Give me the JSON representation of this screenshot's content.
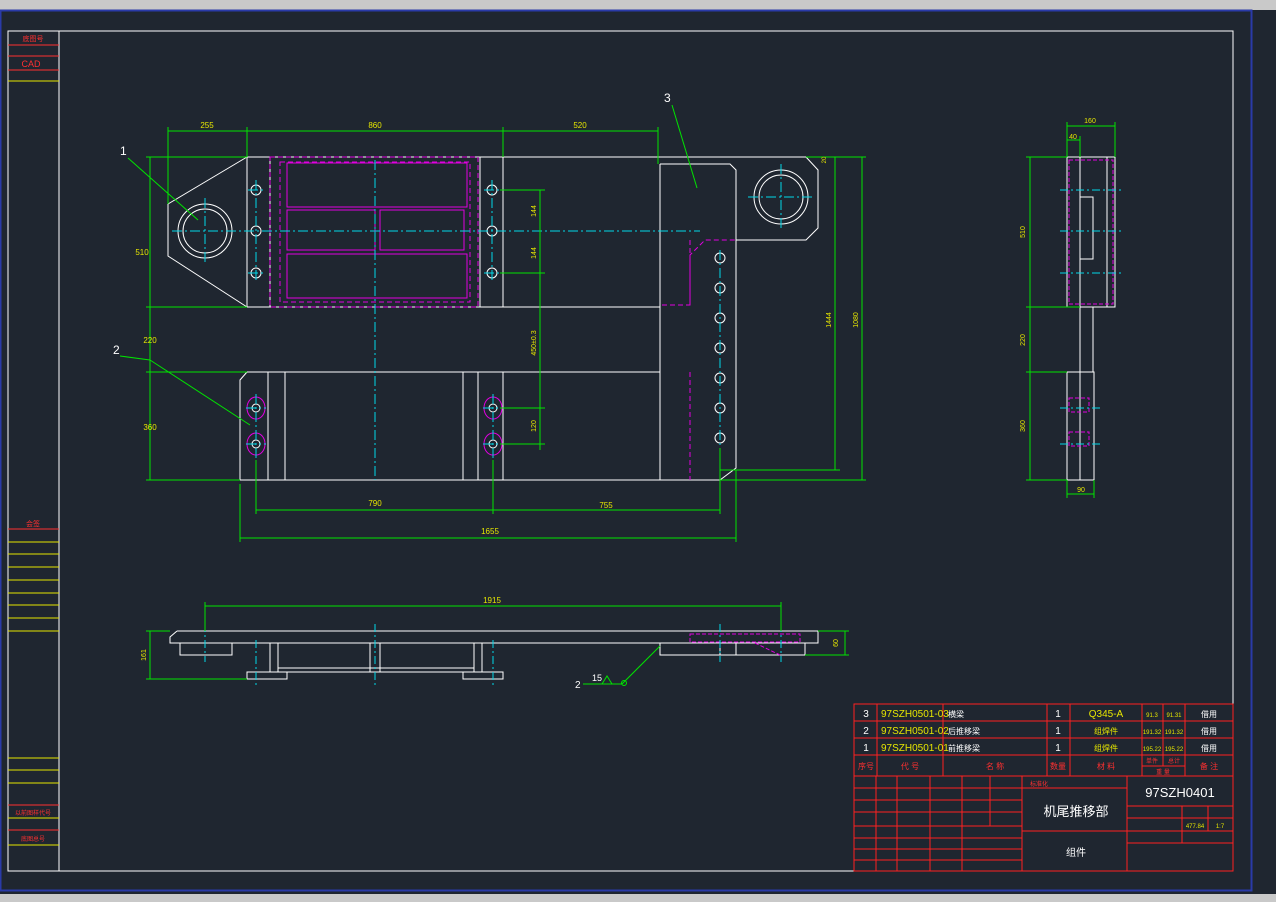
{
  "colors": {
    "background": "#1f2630",
    "outline": "#ffffff",
    "dimension": "#00e400",
    "centerline": "#00d8e8",
    "hidden": "#e000e0",
    "table": "#ff2020",
    "table_text": "#e6e600"
  },
  "left_strip": {
    "item_a": "底图号",
    "item_b": "CAD",
    "item_c": "会签",
    "item_d": "以前图样代号",
    "item_e": "底图总号"
  },
  "front_view": {
    "balloons": [
      "1",
      "2",
      "3"
    ],
    "dims": {
      "d255": "255",
      "d860": "860",
      "d520": "520",
      "d510": "510",
      "d220": "220",
      "d360": "360",
      "d144a": "144",
      "d144b": "144",
      "d450": "450±0.3",
      "d120": "120",
      "d1444": "1444",
      "d1080": "1080",
      "d20": "20",
      "d790": "790",
      "d755": "755",
      "d1655": "1655"
    }
  },
  "side_view": {
    "dims": {
      "d160": "160",
      "d40": "40",
      "d510": "510",
      "d220": "220",
      "d360": "360",
      "d90": "90"
    }
  },
  "bottom_view": {
    "dims": {
      "d1915": "1915",
      "d161": "161",
      "d60": "60"
    },
    "weld_ref": "2",
    "weld_size": "15"
  },
  "bom": {
    "rows": [
      {
        "seq": "3",
        "code": "97SZH0501-03",
        "name": "横梁",
        "qty": "1",
        "material": "Q345-A",
        "w1": "91.3",
        "w2": "91.31",
        "note": "借用"
      },
      {
        "seq": "2",
        "code": "97SZH0501-02",
        "name": "后推移梁",
        "qty": "1",
        "material": "组焊件",
        "w1": "191.32",
        "w2": "191.32",
        "note": "借用"
      },
      {
        "seq": "1",
        "code": "97SZH0501-01",
        "name": "前推移梁",
        "qty": "1",
        "material": "组焊件",
        "w1": "195.22",
        "w2": "195.22",
        "note": "借用"
      }
    ],
    "header": {
      "seq": "序号",
      "code": "代  号",
      "name": "名    称",
      "qty": "数量",
      "material": "材   料",
      "weight_a": "单件",
      "weight_b": "总计",
      "weight_c": "重 量",
      "note": "备  注"
    }
  },
  "title_block": {
    "drawing_no": "97SZH0401",
    "title": "机尾推移部",
    "subtitle": "组件",
    "label_dept": "标准化",
    "weight": "477.84",
    "scale": "1:7"
  }
}
